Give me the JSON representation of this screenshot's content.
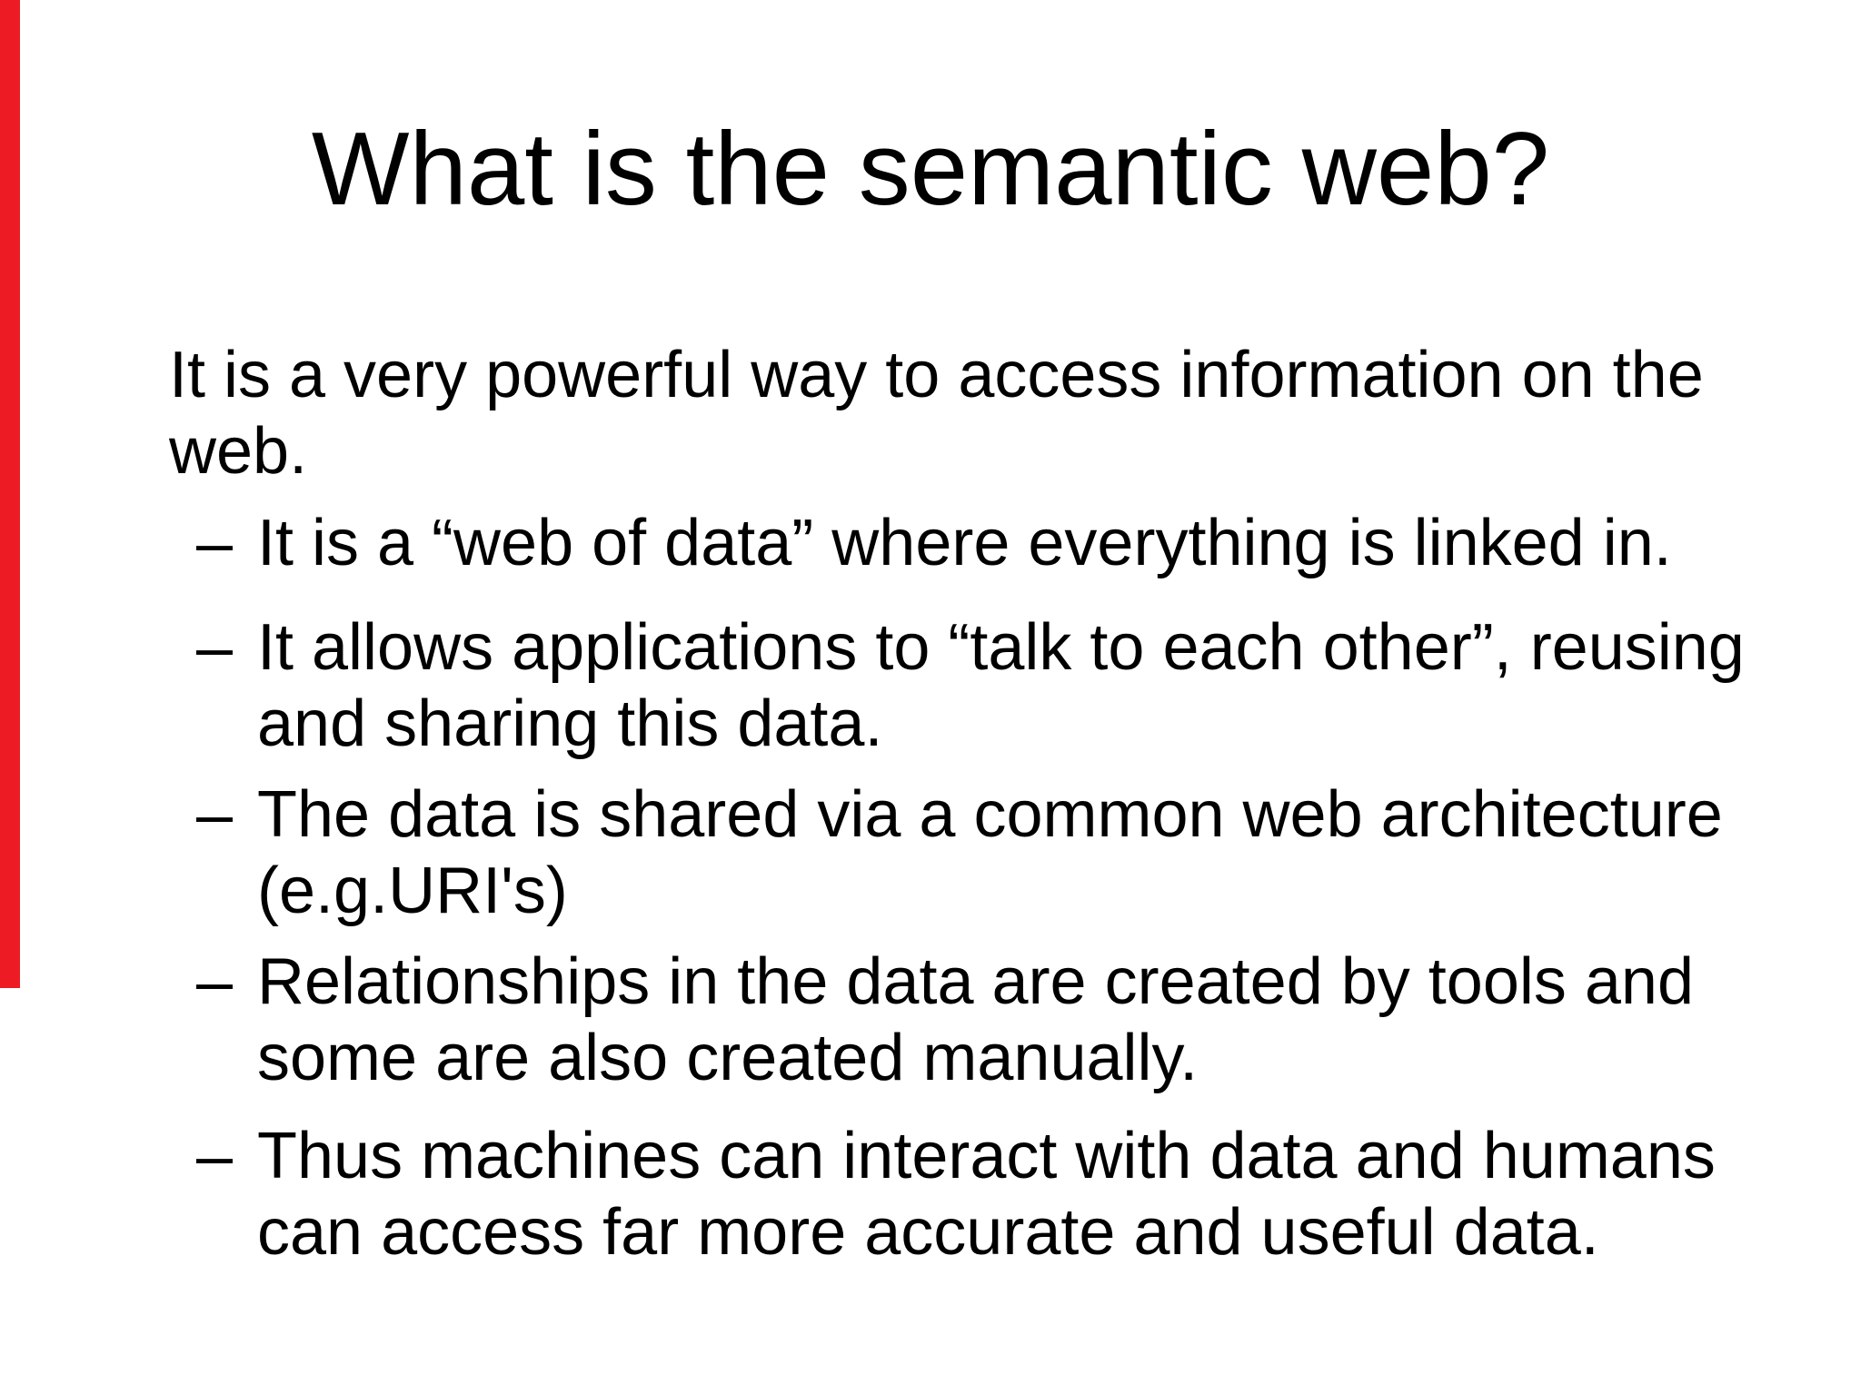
{
  "slide": {
    "title": "What is the semantic web?",
    "intro": {
      "lines": [
        "It is a very powerful way to access information on the",
        "web."
      ]
    },
    "bullets": [
      {
        "marker": "–",
        "lines": [
          "It is a “web of data” where everything is linked in."
        ]
      },
      {
        "marker": "–",
        "lines": [
          "It allows applications to “talk to each other”, reusing",
          "and sharing this data."
        ]
      },
      {
        "marker": "–",
        "lines": [
          "The data is shared via a common web architecture",
          "(e.g.URI's)"
        ]
      },
      {
        "marker": "–",
        "lines": [
          "Relationships in the data are created by tools and",
          "some are also created manually."
        ]
      },
      {
        "marker": "–",
        "lines": [
          "Thus machines can interact with data and humans",
          "can access far more accurate and useful data."
        ]
      }
    ],
    "colors": {
      "accent_bar": "#ed1c24",
      "background": "#ffffff",
      "text": "#000000"
    }
  }
}
